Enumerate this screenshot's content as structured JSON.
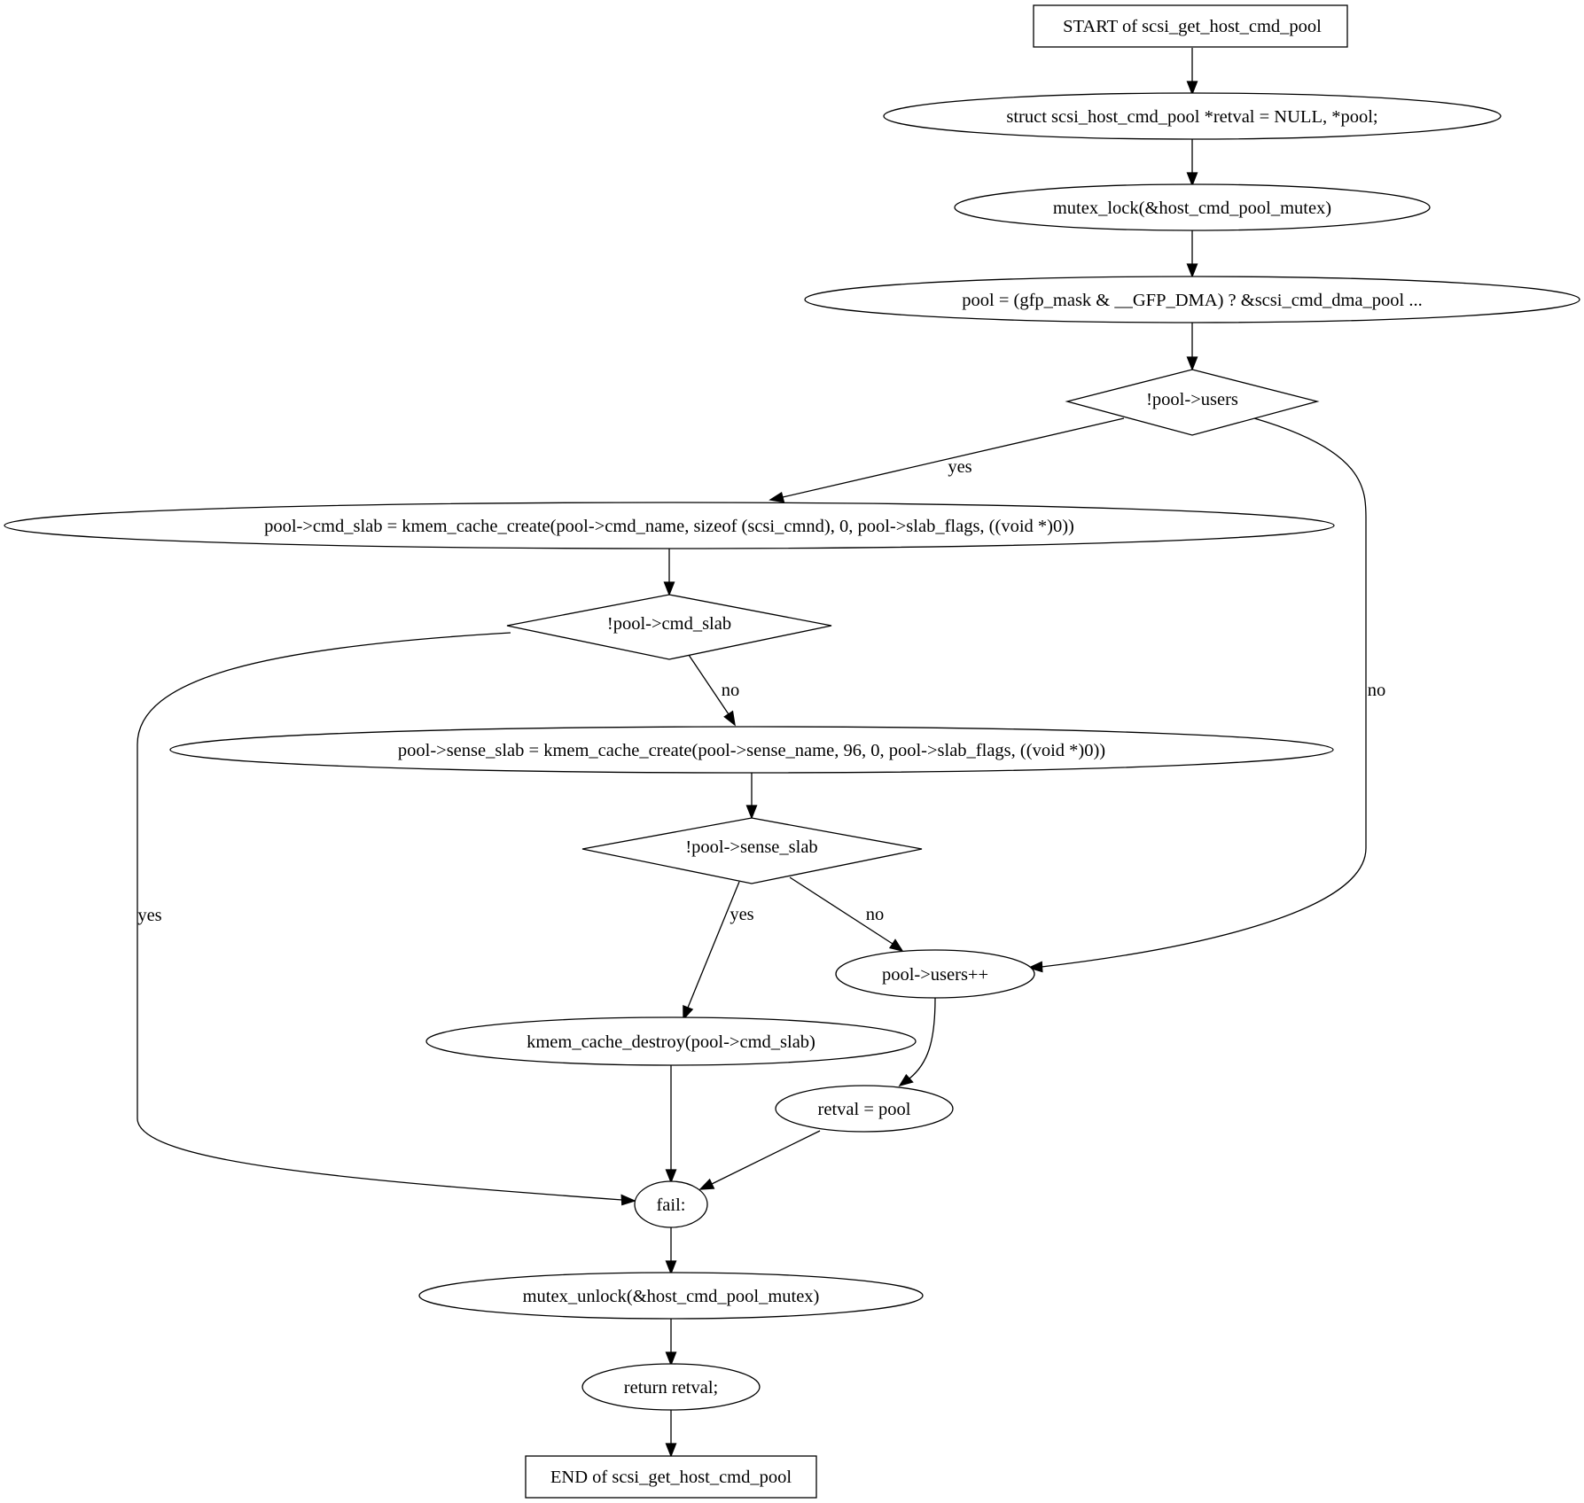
{
  "colors": {
    "lock_fill": "#add8e6",
    "unlock_fill": "#ffff00",
    "default_fill": "#ffffff"
  },
  "nodes": {
    "start": "START of scsi_get_host_cmd_pool",
    "decl": "struct scsi_host_cmd_pool *retval = NULL, *pool;",
    "lock": "mutex_lock(&host_cmd_pool_mutex)",
    "pool_assign": "pool = (gfp_mask & __GFP_DMA) ? &scsi_cmd_dma_pool  ...",
    "cond_users": "!pool->users",
    "cmd_slab_create": "pool->cmd_slab = kmem_cache_create(pool->cmd_name, sizeof (scsi_cmnd), 0, pool->slab_flags, ((void *)0))",
    "cond_cmd_slab": "!pool->cmd_slab",
    "sense_slab_create": "pool->sense_slab = kmem_cache_create(pool->sense_name, 96, 0, pool->slab_flags, ((void *)0))",
    "cond_sense_slab": "!pool->sense_slab",
    "users_inc": "pool->users++",
    "cache_destroy": "kmem_cache_destroy(pool->cmd_slab)",
    "retval_assign": "retval = pool",
    "fail": "fail:",
    "unlock": "mutex_unlock(&host_cmd_pool_mutex)",
    "return": "return retval;",
    "end": "END of scsi_get_host_cmd_pool"
  },
  "edge_labels": {
    "users_yes": "yes",
    "users_no": "no",
    "cmd_slab_yes": "yes",
    "cmd_slab_no": "no",
    "sense_slab_yes": "yes",
    "sense_slab_no": "no"
  }
}
